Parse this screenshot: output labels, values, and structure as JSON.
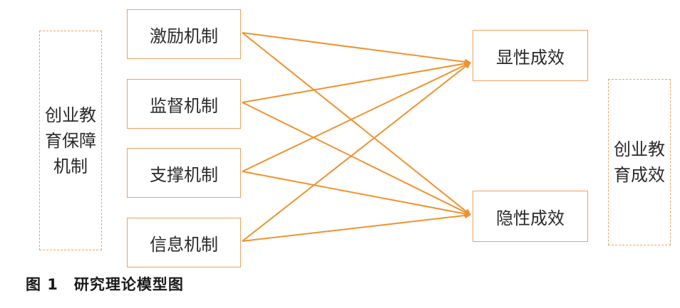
{
  "left_group": {
    "label": "创业教\n育保障\n机制"
  },
  "mechanisms": [
    {
      "label": "激励机制"
    },
    {
      "label": "监督机制"
    },
    {
      "label": "支撑机制"
    },
    {
      "label": "信息机制"
    }
  ],
  "outcomes": [
    {
      "label": "显性成效"
    },
    {
      "label": "隐性成效"
    }
  ],
  "right_group": {
    "label": "创业教\n育成效"
  },
  "caption": "图 1　研究理论模型图",
  "colors": {
    "accent": "#f0922e",
    "border": "#f0a060"
  }
}
